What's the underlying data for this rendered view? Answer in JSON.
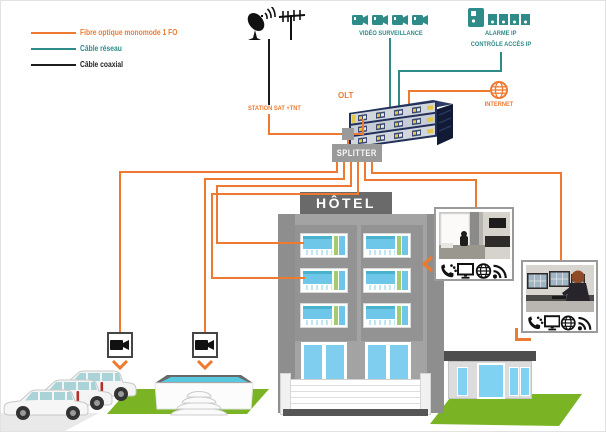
{
  "legend": {
    "items": [
      {
        "label": "Fibre optique monomode 1 FO",
        "color": "#EE7A31"
      },
      {
        "label": "Câble réseau",
        "color": "#2E8B88"
      },
      {
        "label": "Câble coaxial",
        "color": "#1d1d1d"
      }
    ]
  },
  "station": {
    "label": "STATION SAT +TNT"
  },
  "video": {
    "label": "VIDÉO SURVEILLANCE"
  },
  "alarm": {
    "line1": "ALARME IP",
    "line2": "CONTRÔLE ACCÈS IP"
  },
  "internet": {
    "label": "INTERNET"
  },
  "olt": {
    "label": "OLT"
  },
  "splitter": {
    "label": "SPLITTER"
  },
  "hotel": {
    "sign": "HÔTEL"
  },
  "colors": {
    "fibre": "#EE7A31",
    "reseau": "#2E8B88",
    "coax": "#1d1d1d",
    "grass": "#7ab323",
    "water": "#57c8de",
    "window_blue": "#6ec6e8"
  },
  "icons": {
    "satellite": "satellite-dish-icon",
    "antenna": "tnt-antenna-icon",
    "camera": "video-camera-icon",
    "alarm": "alarm-keypad-icon",
    "internet": "globe-icon",
    "cctv": "cctv-camera-icon",
    "phone": "voip-phone-icon",
    "tv": "tv-icon",
    "web": "globe-icon",
    "wifi": "wifi-signal-icon"
  }
}
